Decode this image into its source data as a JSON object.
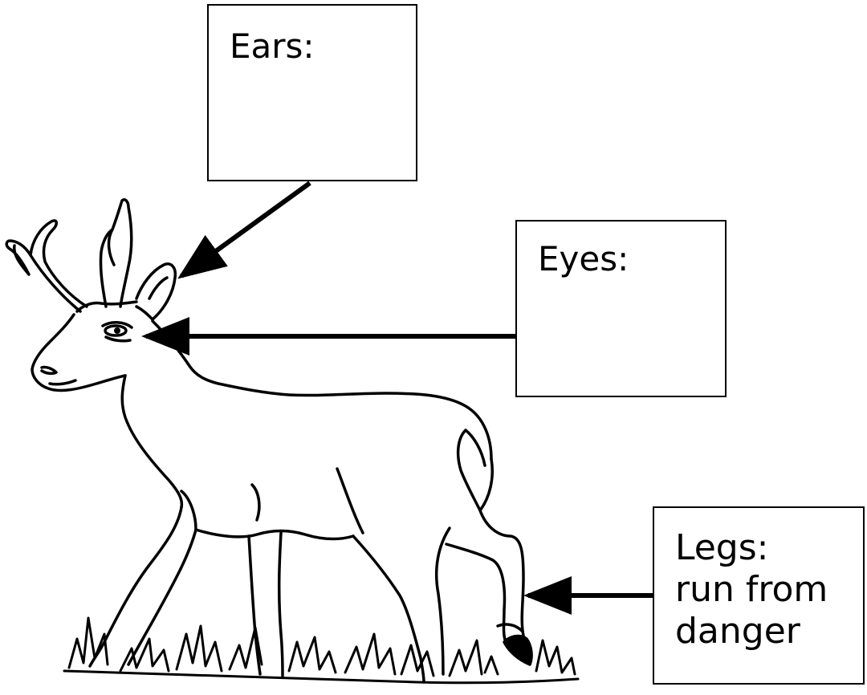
{
  "labels": {
    "ears": {
      "title": "Ears:",
      "answer": ""
    },
    "eyes": {
      "title": "Eyes:",
      "answer": ""
    },
    "legs": {
      "title": "Legs:",
      "answer_line1": "run from",
      "answer_line2": "danger"
    }
  },
  "colors": {
    "ink": "#000000",
    "background": "#ffffff"
  }
}
